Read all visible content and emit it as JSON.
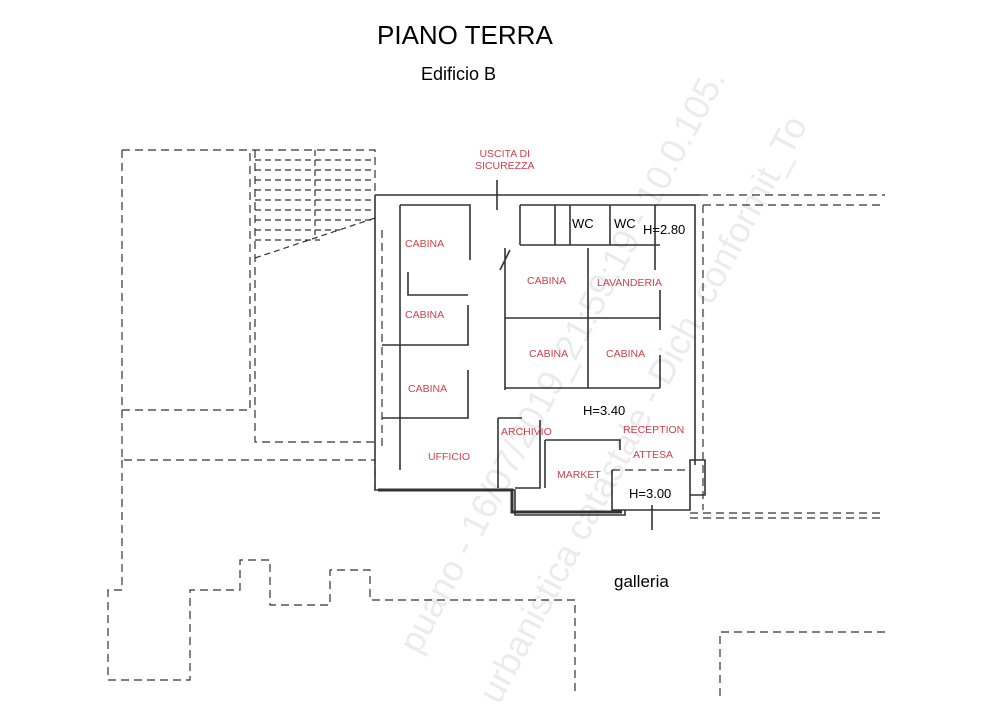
{
  "header": {
    "title": "PIANO TERRA",
    "subtitle": "Edificio B"
  },
  "rooms": {
    "exit": [
      "USCITA DI",
      "SICUREZZA"
    ],
    "cabina": "CABINA",
    "lavanderia": "LAVANDERIA",
    "wc": "WC",
    "archivio": "ARCHIVIO",
    "ufficio": "UFFICIO",
    "market": "MARKET",
    "reception": "RECEPTION",
    "attesa": "ATTESA",
    "galleria": "galleria"
  },
  "heights": {
    "h1": "H=2.80",
    "h2": "H=3.40",
    "h3": "H=3.00"
  },
  "watermark": [
    "puano - 16/07/2019_21:59:19 - 10.0.105.",
    "urbanistica catastale - Dich. conformit_To"
  ],
  "colors": {
    "room_label": "#d0404a",
    "walls": "#333333"
  }
}
